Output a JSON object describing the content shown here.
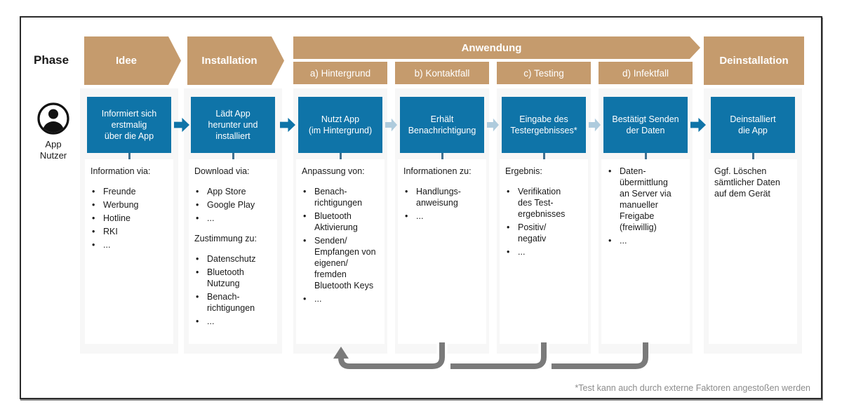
{
  "colors": {
    "tan": "#C59B6D",
    "blue": "#0F74A8",
    "arrow_light": "#AECBDD",
    "arrow_gray": "#7A7A7A",
    "col_bg": "#F7F7F7",
    "text": "#1A1A1A",
    "footnote": "#8C8C8C",
    "border": "#2B2B2B",
    "tick": "#41708F"
  },
  "left_rail": {
    "phase_label": "Phase",
    "actor_icon": "person-in-circle-icon",
    "actor_label": "App\nNutzer"
  },
  "group_header": "Anwendung",
  "columns": [
    {
      "header": "Idee",
      "box": "Informiert sich\nerstmalig\nüber die App",
      "sections": [
        {
          "title": "Information via:",
          "items": [
            "Freunde",
            "Werbung",
            "Hotline",
            "RKI",
            "..."
          ]
        }
      ]
    },
    {
      "header": "Installation",
      "box": "Lädt App\nherunter und\ninstalliert",
      "sections": [
        {
          "title": "Download via:",
          "items": [
            "App Store",
            "Google Play",
            "..."
          ]
        },
        {
          "title": "Zustimmung zu:",
          "items": [
            "Datenschutz",
            "Bluetooth\nNutzung",
            "Benach-\nrichtigungen",
            "..."
          ]
        }
      ]
    },
    {
      "header": "a) Hintergrund",
      "box": "Nutzt App\n(im Hintergrund)",
      "sections": [
        {
          "title": "Anpassung von:",
          "items": [
            "Benach-\nrichtigungen",
            "Bluetooth\nAktivierung",
            "Senden/\nEmpfangen von\neigenen/\nfremden\nBluetooth Keys",
            "..."
          ]
        }
      ]
    },
    {
      "header": "b) Kontaktfall",
      "box": "Erhält\nBenachrichtigung",
      "sections": [
        {
          "title": "Informationen zu:",
          "items": [
            "Handlungs-\nanweisung",
            "..."
          ]
        }
      ]
    },
    {
      "header": "c) Testing",
      "box": "Eingabe des\nTestergebnisses*",
      "sections": [
        {
          "title": "Ergebnis:",
          "items": [
            "Verifikation\ndes Test-\nergebnisses",
            "Positiv/\nnegativ",
            "..."
          ]
        }
      ]
    },
    {
      "header": "d) Infektfall",
      "box": "Bestätigt Senden\nder Daten",
      "sections": [
        {
          "title": "",
          "items": [
            "Daten-\nübermittlung\nan Server via\nmanueller\nFreigabe\n(freiwillig)",
            "..."
          ]
        }
      ]
    },
    {
      "header": "Deinstallation",
      "box": "Deinstalliert\ndie App",
      "paragraph": "Ggf. Löschen\nsämtlicher Daten\nauf dem Gerät"
    }
  ],
  "footnote": "*Test kann auch durch externe Faktoren angestoßen werden"
}
